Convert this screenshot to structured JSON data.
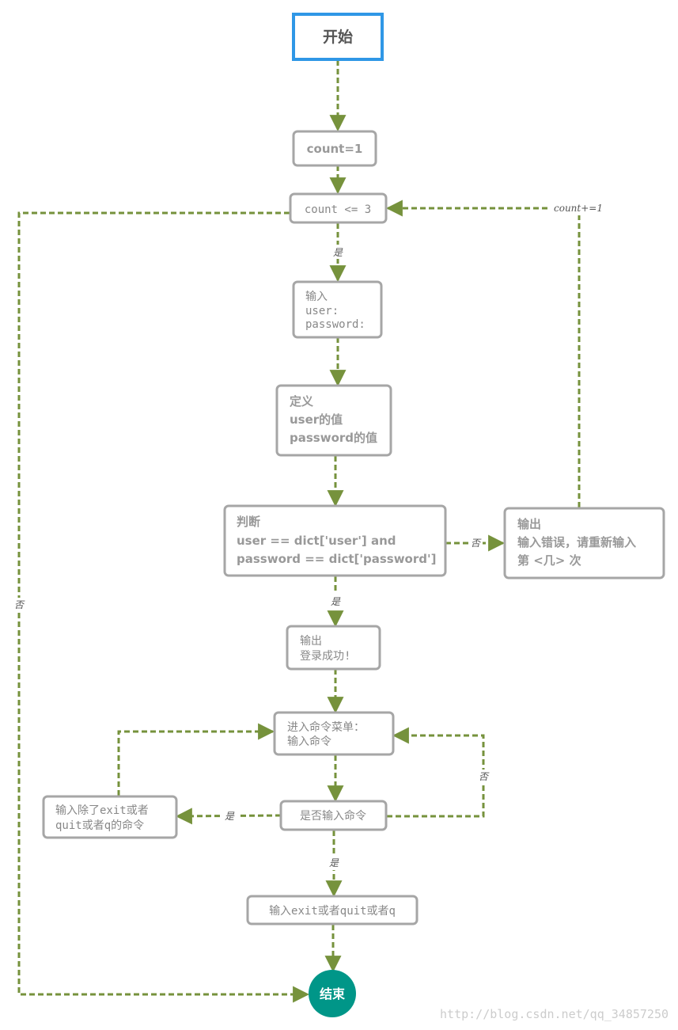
{
  "colors": {
    "edge": "#76923C",
    "box_border": "#A6A6A6",
    "start_border": "#2F97E6",
    "end_fill": "#009688",
    "text": "#999999"
  },
  "nodes": {
    "start": {
      "label": "开始"
    },
    "init": {
      "label": "count=1"
    },
    "loop_cond": {
      "label": "count <= 3"
    },
    "input": {
      "lines": [
        "输入",
        "user:",
        "password:"
      ]
    },
    "define": {
      "lines": [
        "定义",
        "user的值",
        "password的值"
      ]
    },
    "judge": {
      "lines": [
        "判断",
        "user == dict['user'] and",
        "password == dict['password']"
      ]
    },
    "error_out": {
      "lines": [
        "输出",
        "输入错误，请重新输入",
        "第 <几> 次"
      ]
    },
    "success_out": {
      "lines": [
        "输出",
        "登录成功!"
      ]
    },
    "menu": {
      "lines": [
        "进入命令菜单：",
        "输入命令"
      ]
    },
    "cmd_check": {
      "label": "是否输入命令"
    },
    "other_cmd": {
      "lines": [
        "输入除了exit或者",
        "quit或者q的命令"
      ]
    },
    "exit_cmd": {
      "label": "输入exit或者quit或者q"
    },
    "end": {
      "label": "结束"
    }
  },
  "edges": {
    "loop_yes": "是",
    "loop_no": "否",
    "increment": "count+=1",
    "judge_no": "否",
    "judge_yes": "是",
    "cmd_yes_left": "是",
    "cmd_no_right": "否",
    "cmd_yes_down": "是"
  },
  "watermark": "http://blog.csdn.net/qq_34857250"
}
